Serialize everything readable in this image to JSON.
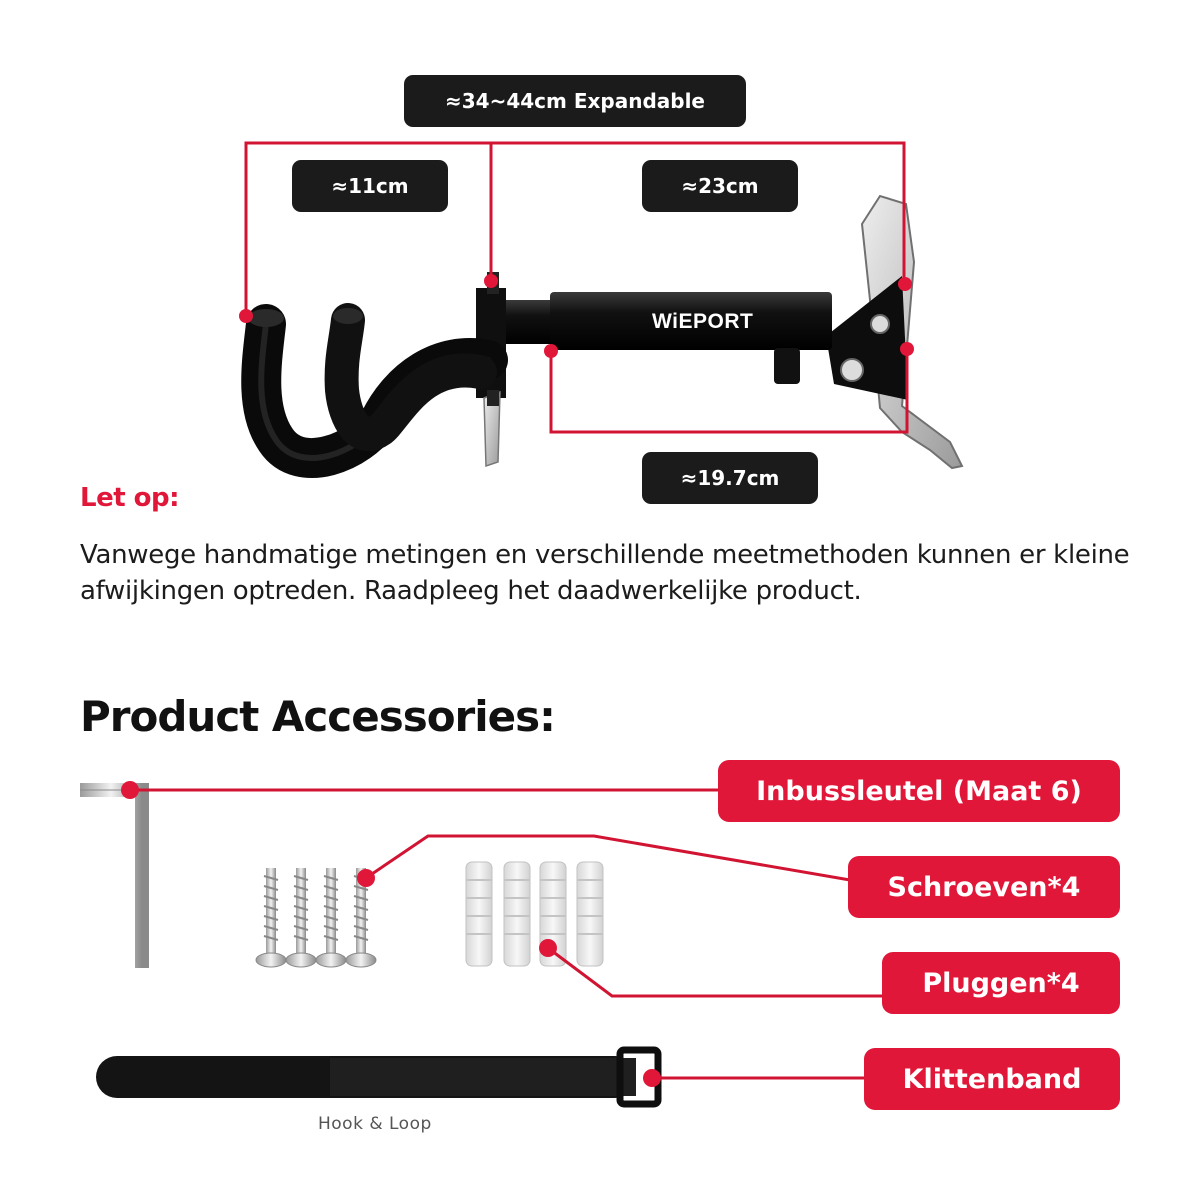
{
  "dimensions": {
    "expandable": "≈34~44cm Expandable",
    "hook": "≈11cm",
    "arm": "≈23cm",
    "tube": "≈19.7cm"
  },
  "product": {
    "brand": "WiEPORT"
  },
  "note": {
    "heading": "Let op:",
    "body": "Vanwege handmatige metingen en verschillende meetmethoden kunnen er kleine afwijkingen optreden. Raadpleeg het daadwerkelijke product."
  },
  "accessories": {
    "title": "Product Accessories:",
    "items": [
      {
        "label": "Inbussleutel (Maat 6)"
      },
      {
        "label": "Schroeven*4"
      },
      {
        "label": "Pluggen*4"
      },
      {
        "label": "Klittenband"
      }
    ],
    "strap_caption": "Hook & Loop"
  },
  "colors": {
    "accent": "#e1173a",
    "label_dark": "#1b1b1b"
  }
}
